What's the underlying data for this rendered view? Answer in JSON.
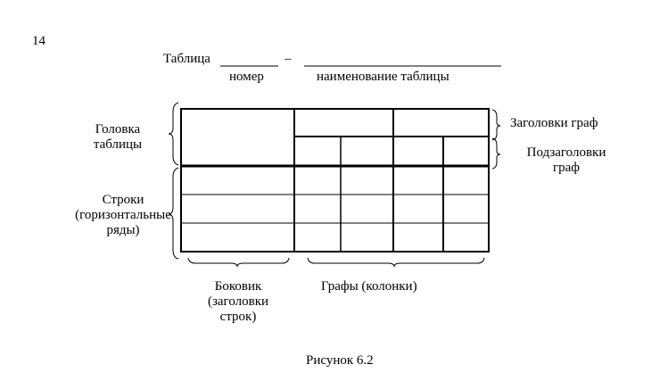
{
  "page_number": "14",
  "caption_line": {
    "prefix": "Таблица",
    "dash": "–",
    "number_label": "номер",
    "name_label": "наименование таблицы"
  },
  "left_labels": {
    "head": [
      "Головка",
      "таблицы"
    ],
    "rows": [
      "Строки",
      "(горизонтальные",
      "ряды)"
    ]
  },
  "right_labels": {
    "column_headers": "Заголовки граф",
    "sub_headers": [
      "Подзаголовки",
      "граф"
    ]
  },
  "bottom_labels": {
    "stub": [
      "Боковик",
      "(заголовки",
      "строк)"
    ],
    "columns": "Графы (колонки)"
  },
  "figure_caption": "Рисунок 6.2"
}
